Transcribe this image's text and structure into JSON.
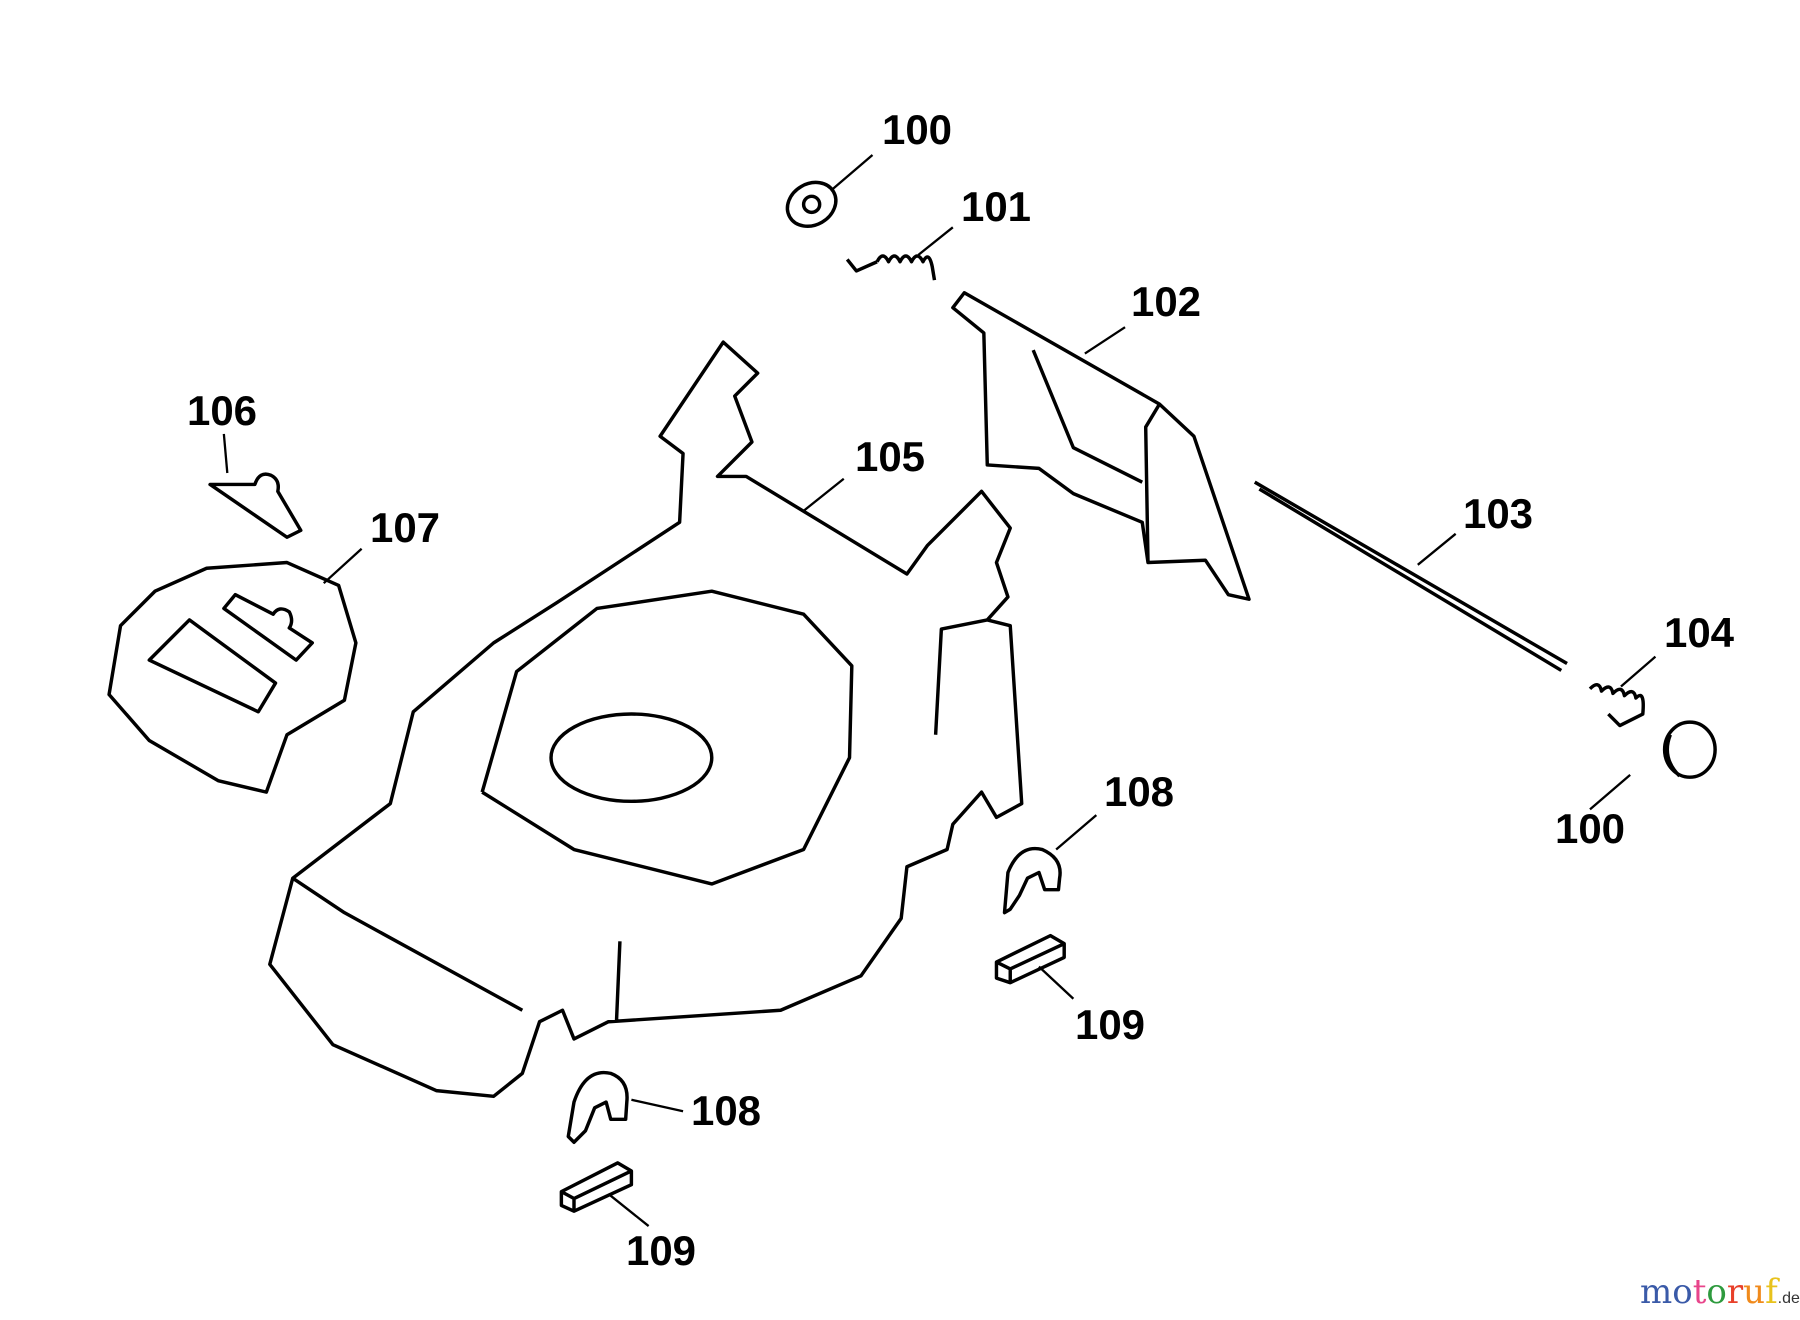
{
  "callouts": [
    {
      "id": "100a",
      "label": "100"
    },
    {
      "id": "101",
      "label": "101"
    },
    {
      "id": "102",
      "label": "102"
    },
    {
      "id": "103",
      "label": "103"
    },
    {
      "id": "104",
      "label": "104"
    },
    {
      "id": "100b",
      "label": "100"
    },
    {
      "id": "105",
      "label": "105"
    },
    {
      "id": "106",
      "label": "106"
    },
    {
      "id": "107",
      "label": "107"
    },
    {
      "id": "108a",
      "label": "108"
    },
    {
      "id": "109a",
      "label": "109"
    },
    {
      "id": "108b",
      "label": "108"
    },
    {
      "id": "109b",
      "label": "109"
    }
  ],
  "watermark": {
    "letters": [
      "m",
      "o",
      "t",
      "o",
      "r",
      "u",
      "f"
    ],
    "colors": [
      "#3a5aa8",
      "#3a5aa8",
      "#e8458b",
      "#2e9a3e",
      "#e8402a",
      "#f08a1c",
      "#e8c21c"
    ],
    "suffix": ".de"
  }
}
